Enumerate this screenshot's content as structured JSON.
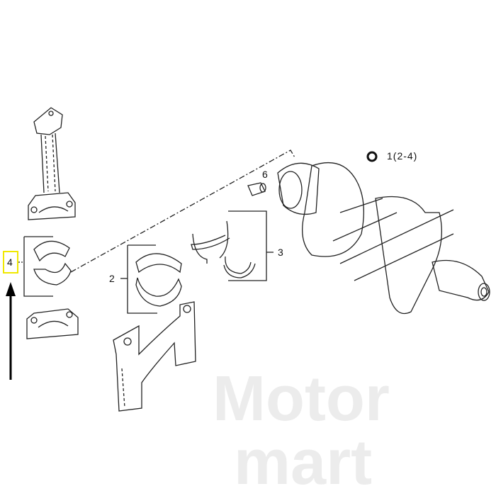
{
  "watermark": {
    "line1": "Motor",
    "line2": "mart"
  },
  "legend": {
    "symbol": "O",
    "text": "1(2-4)"
  },
  "callouts": {
    "c2": "2",
    "c3": "3",
    "c4": "4",
    "c6": "6"
  },
  "highlight_color": "#f0e800"
}
